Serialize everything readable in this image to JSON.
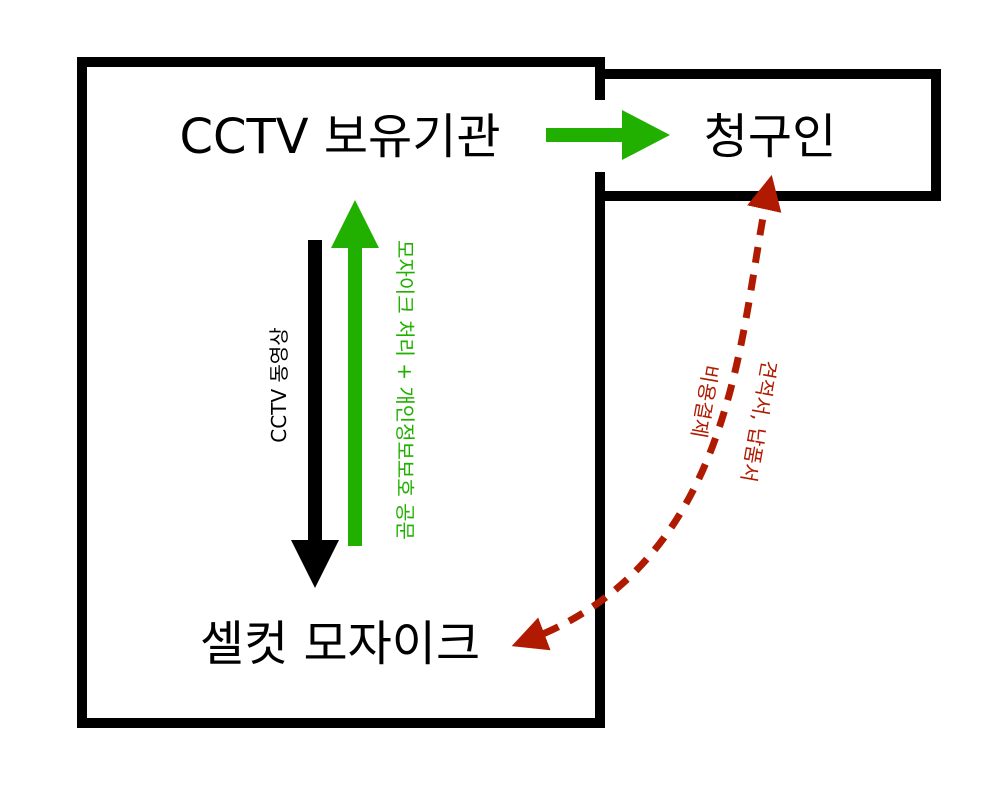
{
  "nodes": {
    "holder": "CCTV 보유기관",
    "requester": "청구인",
    "mosaic": "셀컷 모자이크"
  },
  "edges": {
    "video": "CCTV 동영상",
    "processed": "모자이크 처리 + 개인정보보호 공문",
    "quote": "견적서, 납품서",
    "payment": "비용결제"
  },
  "colors": {
    "green": "#22b000",
    "red": "#b01a00",
    "black": "#000000"
  }
}
